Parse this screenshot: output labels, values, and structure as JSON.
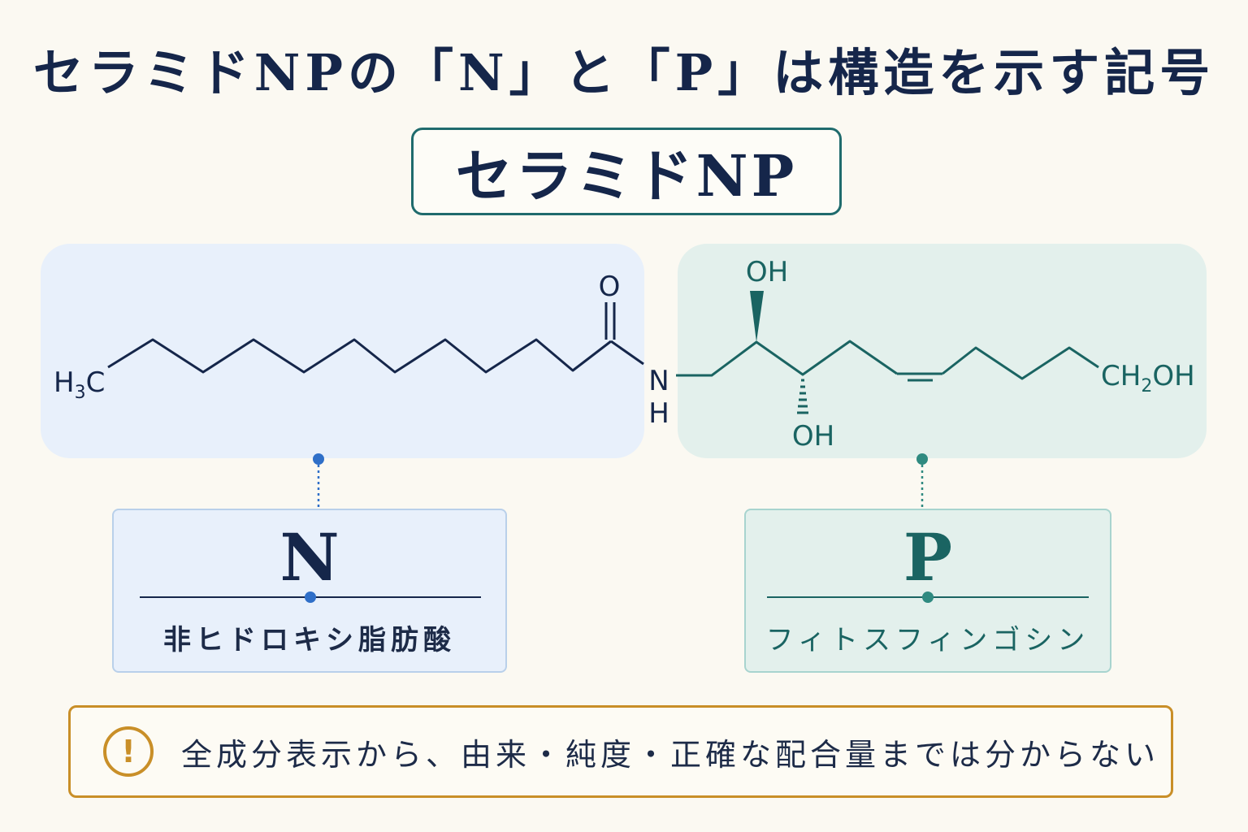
{
  "title": "セラミドNPの「N」と「P」は構造を示す記号",
  "compound_name": "セラミドNP",
  "structure": {
    "left_terminal": {
      "main": "H",
      "sub": "3",
      "tail": "C"
    },
    "carbonyl_oxygen": "O",
    "amide_n": "N",
    "amide_h": "H",
    "hydroxyl_top": "OH",
    "hydroxyl_bottom": "OH",
    "right_terminal": {
      "main": "CH",
      "sub": "2",
      "tail": "OH"
    }
  },
  "labels": {
    "n": {
      "letter": "N",
      "description": "非ヒドロキシ脂肪酸"
    },
    "p": {
      "letter": "P",
      "description": "フィトスフィンゴシン"
    }
  },
  "warning": {
    "icon": "exclamation-icon",
    "text": "全成分表示から、由来・純度・正確な配合量までは分からない"
  },
  "colors": {
    "navy": "#15264a",
    "teal": "#1a6462",
    "blue_accent": "#2f6fc8",
    "teal_accent": "#2f8a80",
    "warning": "#c98f28",
    "panel_blue": "#e8f0fb",
    "panel_teal": "#e3f0ec"
  }
}
